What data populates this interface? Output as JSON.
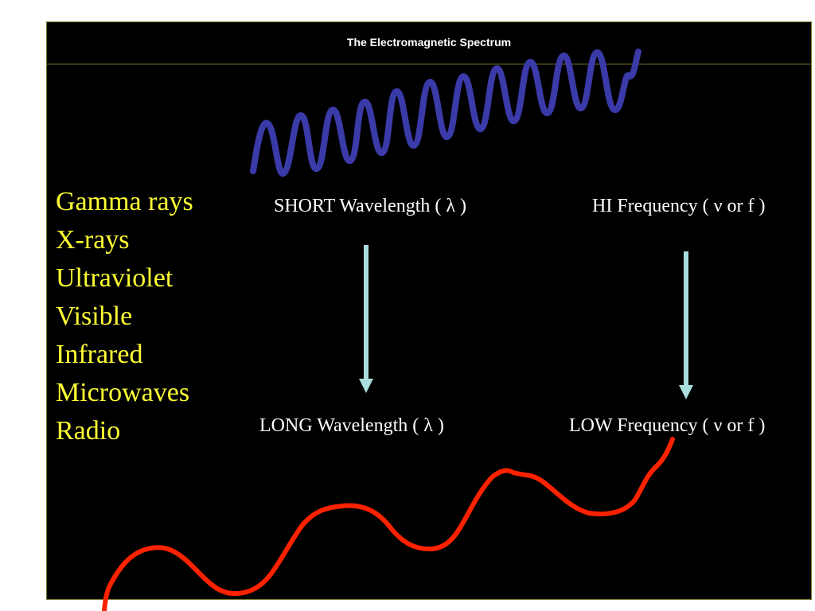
{
  "title": "The Electromagnetic Spectrum",
  "spectrum": [
    "Gamma rays",
    "X-rays",
    "Ultraviolet",
    "Visible",
    "Infrared",
    "Microwaves",
    "Radio"
  ],
  "labels": {
    "short_wavelength": "SHORT Wavelength ( λ )",
    "hi_frequency": "HI Frequency ( ν or f )",
    "long_wavelength": "LONG Wavelength ( λ )",
    "low_frequency": "LOW Frequency ( ν or f )"
  },
  "colors": {
    "background": "#000000",
    "list_text": "#ffff33",
    "label_text": "#ffffff",
    "arrow": "#aadddd",
    "short_wave": "#3a3aa8",
    "long_wave": "#ff2200"
  }
}
